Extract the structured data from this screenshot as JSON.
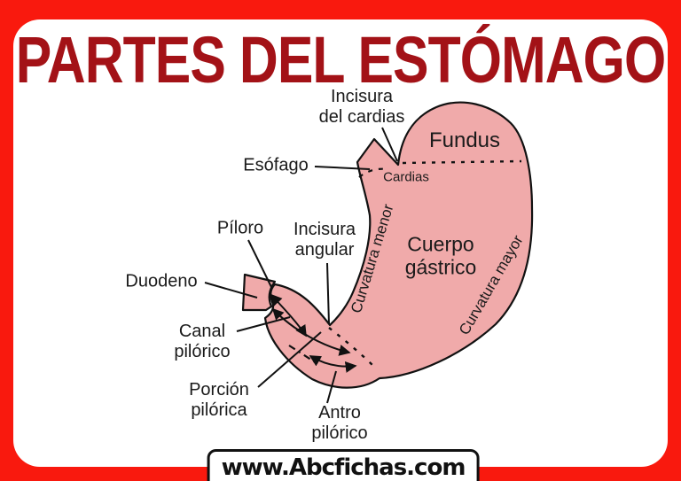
{
  "title": {
    "text": "PARTES DEL ESTÓMAGO"
  },
  "colors": {
    "frame_red": "#F9190E",
    "title_red": "#A31217",
    "stomach_pink": "#F0AAAA",
    "line_black": "#111111",
    "label_black": "#1A1A1A"
  },
  "labels": {
    "incisura_del_cardias": "Incisura\ndel cardias",
    "esofago": "Esófago",
    "fundus": "Fundus",
    "cardias": "Cardias",
    "piloro": "Píloro",
    "incisura_angular": "Incisura\nangular",
    "curvatura_menor": "Curvatura menor",
    "cuerpo_gastrico": "Cuerpo\ngástrico",
    "curvatura_mayor": "Curvatura mayor",
    "duodeno": "Duodeno",
    "canal_pilorico": "Canal\npilórico",
    "porcion_pilorica": "Porción\npilórica",
    "antro_pilorico": "Antro\npilórico"
  },
  "footer": {
    "website": "www.Abcfichas.com"
  }
}
